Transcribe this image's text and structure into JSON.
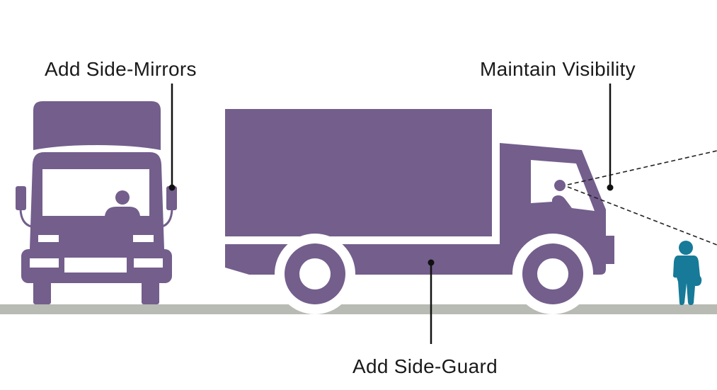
{
  "labels": {
    "side_mirrors": "Add Side-Mirrors",
    "visibility": "Maintain Visibility",
    "side_guard": "Add Side-Guard"
  },
  "colors": {
    "truck": "#735e8c",
    "pedestrian": "#167a98",
    "ground": "#b8bab4",
    "leader": "#111111"
  }
}
